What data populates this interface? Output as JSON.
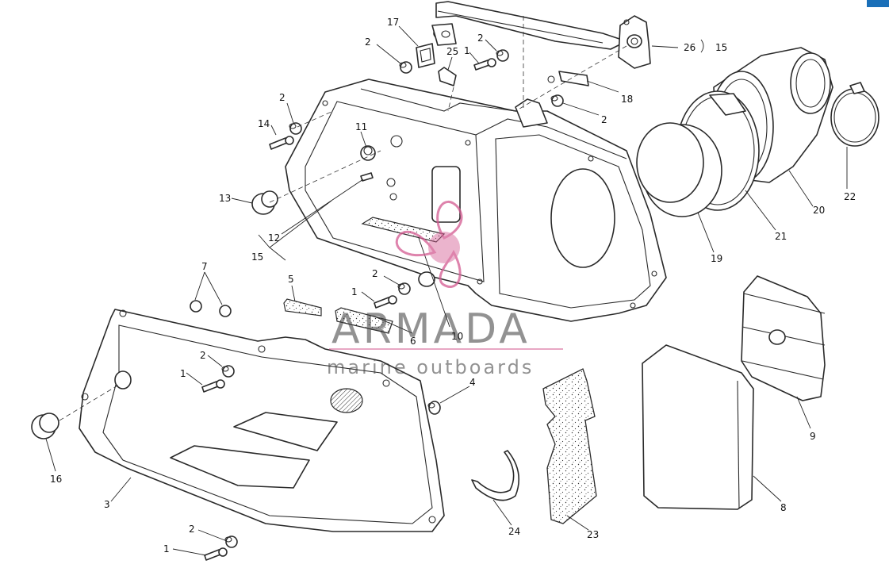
{
  "diagram": {
    "colors": {
      "line": "#2a2a2a",
      "watermark_pink": "#d45a91",
      "corner_tab": "#1a6fb8"
    },
    "watermark": {
      "title": "ARMADA",
      "subtitle": "marine outboards"
    },
    "callouts": [
      {
        "id": "c17",
        "text": "17"
      },
      {
        "id": "c2a",
        "text": "2"
      },
      {
        "id": "c25",
        "text": "25"
      },
      {
        "id": "c1a",
        "text": "1"
      },
      {
        "id": "c2b",
        "text": "2"
      },
      {
        "id": "c26",
        "text": "26"
      },
      {
        "id": "c15a",
        "text": "15"
      },
      {
        "id": "c2c",
        "text": "2"
      },
      {
        "id": "c14",
        "text": "14"
      },
      {
        "id": "c11",
        "text": "11"
      },
      {
        "id": "c18",
        "text": "18"
      },
      {
        "id": "c2d",
        "text": "2"
      },
      {
        "id": "c13",
        "text": "13"
      },
      {
        "id": "c12",
        "text": "12"
      },
      {
        "id": "c15b",
        "text": "15"
      },
      {
        "id": "c20",
        "text": "20"
      },
      {
        "id": "c22",
        "text": "22"
      },
      {
        "id": "c21",
        "text": "21"
      },
      {
        "id": "c19",
        "text": "19"
      },
      {
        "id": "c7",
        "text": "7"
      },
      {
        "id": "c5",
        "text": "5"
      },
      {
        "id": "c2e",
        "text": "2"
      },
      {
        "id": "c1b",
        "text": "1"
      },
      {
        "id": "c6",
        "text": "6"
      },
      {
        "id": "c10",
        "text": "10"
      },
      {
        "id": "c2f",
        "text": "2"
      },
      {
        "id": "c1c",
        "text": "1"
      },
      {
        "id": "c4",
        "text": "4"
      },
      {
        "id": "c9",
        "text": "9"
      },
      {
        "id": "c16",
        "text": "16"
      },
      {
        "id": "c3",
        "text": "3"
      },
      {
        "id": "c8",
        "text": "8"
      },
      {
        "id": "c24",
        "text": "24"
      },
      {
        "id": "c23",
        "text": "23"
      },
      {
        "id": "c2g",
        "text": "2"
      },
      {
        "id": "c1d",
        "text": "1"
      }
    ]
  }
}
